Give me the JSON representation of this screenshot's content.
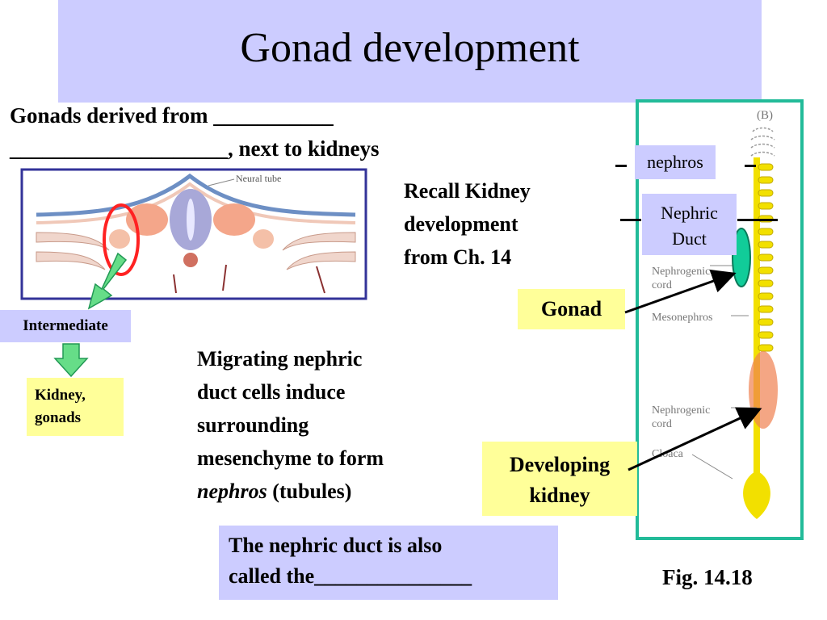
{
  "slide": {
    "title": "Gonad development",
    "intro_line1": "Gonads derived from ___________",
    "intro_line2": "____________________, next to kidneys",
    "recall": [
      "Recall Kidney",
      "development",
      "from Ch. 14"
    ],
    "migrating": [
      "Migrating nephric",
      "duct cells induce",
      "surrounding",
      "mesenchyme to form"
    ],
    "migrating_em": "nephros",
    "migrating_tail": " (tubules)",
    "question_line1": "The nephric duct is also",
    "question_line2": "called the_______________",
    "fig_label": "Fig. 14.18"
  },
  "labels": {
    "intermediate": "Intermediate",
    "kidney_gonads": [
      "Kidney,",
      "gonads"
    ],
    "nephros": "nephros",
    "nephric_duct": [
      "Nephric",
      "Duct"
    ],
    "gonad": "Gonad",
    "developing_kidney": [
      "Developing",
      "kidney"
    ]
  },
  "figure_left": {
    "neural_tube_label": "Neural tube"
  },
  "figure_right": {
    "panel_label": "(B)",
    "nephrogenic_cord_1": [
      "Nephrogenic",
      "cord"
    ],
    "mesonephros": "Mesonephros",
    "nephrogenic_cord_2": [
      "Nephrogenic",
      "cord"
    ],
    "cloaca": "Cloaca"
  },
  "colors": {
    "title_bg": "#ccccff",
    "label_bg": "#ccccff",
    "highlight_bg": "#ffff99",
    "green_arrow": "#66dd88",
    "figure_border": "#22bb99",
    "left_figure_border": "#333399",
    "red_circle": "#ff2222"
  }
}
